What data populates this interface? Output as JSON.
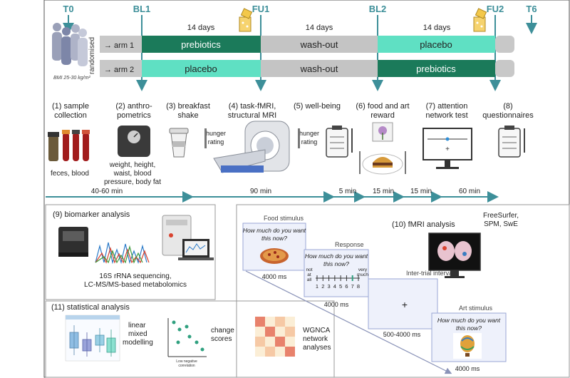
{
  "colors": {
    "teal_line": "#3d8f99",
    "prebiotics_dark": "#1b7a5a",
    "placebo_light": "#5fe0c3",
    "washout_gray": "#c4c4c4",
    "arm_gray": "#c8c8c8",
    "box_border": "#9aa6d6",
    "box_fill": "#eef1fb",
    "heatmap_red": "#e8826c",
    "heatmap_peach": "#f6c9a5",
    "heatmap_cream": "#fbeed6",
    "scatter_green": "#2fa07f"
  },
  "timeline": {
    "T0": "T0",
    "BL1": "BL1",
    "FU1": "FU1",
    "BL2": "BL2",
    "FU2": "FU2",
    "T6": "T6",
    "days1": "14 days",
    "days2": "14 days",
    "days3": "14 days",
    "randomised": "randomised",
    "bmi": "BMI 25-30 kg/m²",
    "arm1": {
      "label": "→ arm 1",
      "seg1": "prebiotics",
      "seg2": "wash-out",
      "seg3": "placebo"
    },
    "arm2": {
      "label": "→ arm 2",
      "seg1": "placebo",
      "seg2": "wash-out",
      "seg3": "prebiotics"
    }
  },
  "steps": {
    "s1": {
      "l1": "(1) sample",
      "l2": "collection",
      "sub": "feces, blood"
    },
    "s2": {
      "l1": "(2) anthro-",
      "l2": "pometrics",
      "sub1": "weight, height,",
      "sub2": "waist, blood",
      "sub3": "pressure, body fat"
    },
    "s3": {
      "l1": "(3) breakfast",
      "l2": "shake",
      "hunger": "hunger",
      "rating": "rating"
    },
    "s4": {
      "l1": "(4) task-fMRI,",
      "l2": "structural MRI"
    },
    "s5": {
      "l1": "(5) well-being",
      "hunger": "hunger",
      "rating": "rating"
    },
    "s6": {
      "l1": "(6) food and art",
      "l2": "reward"
    },
    "s7": {
      "l1": "(7) attention",
      "l2": "network test"
    },
    "s8": {
      "l1": "(8)",
      "l2": "questionnaires"
    }
  },
  "durations": {
    "d1": "40-60 min",
    "d2": "90 min",
    "d3": "5 min",
    "d4": "15 min",
    "d5": "15 min",
    "d6": "60 min"
  },
  "biomarker": {
    "title": "(9) biomarker analysis",
    "desc1": "16S rRNA sequencing,",
    "desc2": "LC-MS/MS-based metabolomics"
  },
  "task": {
    "food_label": "Food stimulus",
    "question1": "How much do you want",
    "question2": "this now?",
    "food_ms": "4000 ms",
    "response_label": "Response",
    "resp_ms": "4000 ms",
    "not_at_all_1": "not",
    "not_at_all_2": "at",
    "not_at_all_3": "all",
    "very_much_1": "very",
    "very_much_2": "much",
    "scale": [
      "1",
      "2",
      "3",
      "4",
      "5",
      "6",
      "7",
      "8"
    ],
    "iti_label": "Inter-trial interval",
    "iti_cross": "+",
    "iti_ms": "500-4000 ms",
    "art_label": "Art stimulus",
    "art_ms": "4000 ms"
  },
  "fmri": {
    "title": "(10) fMRI analysis",
    "tools1": "FreeSurfer,",
    "tools2": "SPM, SwE"
  },
  "stats": {
    "title": "(11) statistical analysis",
    "lmm1": "linear",
    "lmm2": "mixed",
    "lmm3": "modelling",
    "chg1": "change",
    "chg2": "scores",
    "corr1": "Low negative",
    "corr2": "correlation",
    "wg1": "WGNCA",
    "wg2": "network",
    "wg3": "analyses"
  }
}
